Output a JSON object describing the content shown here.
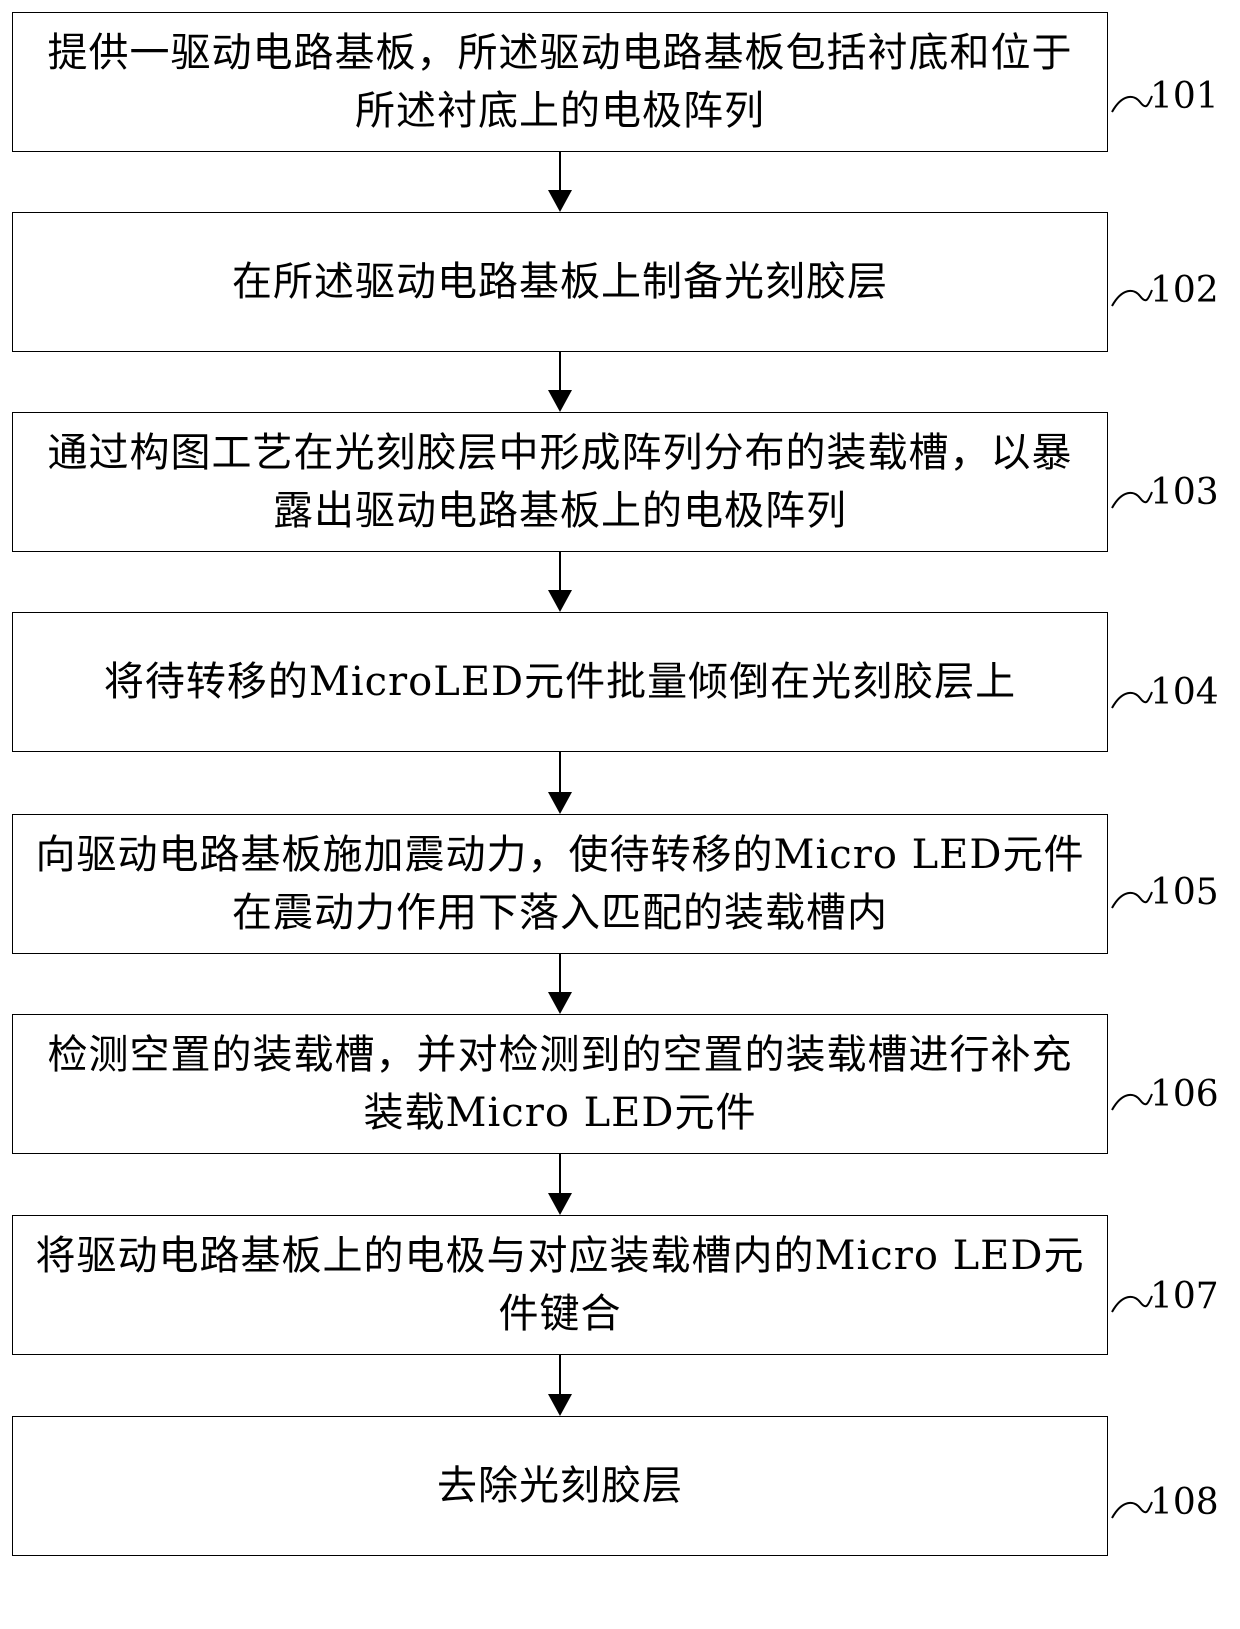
{
  "steps": [
    {
      "id": "101",
      "text": "提供一驱动电路基板，所述驱动电路基板包括衬底和位于所述衬底上的电极阵列"
    },
    {
      "id": "102",
      "text": "在所述驱动电路基板上制备光刻胶层"
    },
    {
      "id": "103",
      "text": "通过构图工艺在光刻胶层中形成阵列分布的装载槽，以暴露出驱动电路基板上的电极阵列"
    },
    {
      "id": "104",
      "text": "将待转移的MicroLED元件批量倾倒在光刻胶层上"
    },
    {
      "id": "105",
      "text": "向驱动电路基板施加震动力，使待转移的Micro LED元件在震动力作用下落入匹配的装载槽内"
    },
    {
      "id": "106",
      "text": "检测空置的装载槽，并对检测到的空置的装载槽进行补充装载Micro LED元件"
    },
    {
      "id": "107",
      "text": "将驱动电路基板上的电极与对应装载槽内的Micro LED元件键合"
    },
    {
      "id": "108",
      "text": "去除光刻胶层"
    }
  ]
}
